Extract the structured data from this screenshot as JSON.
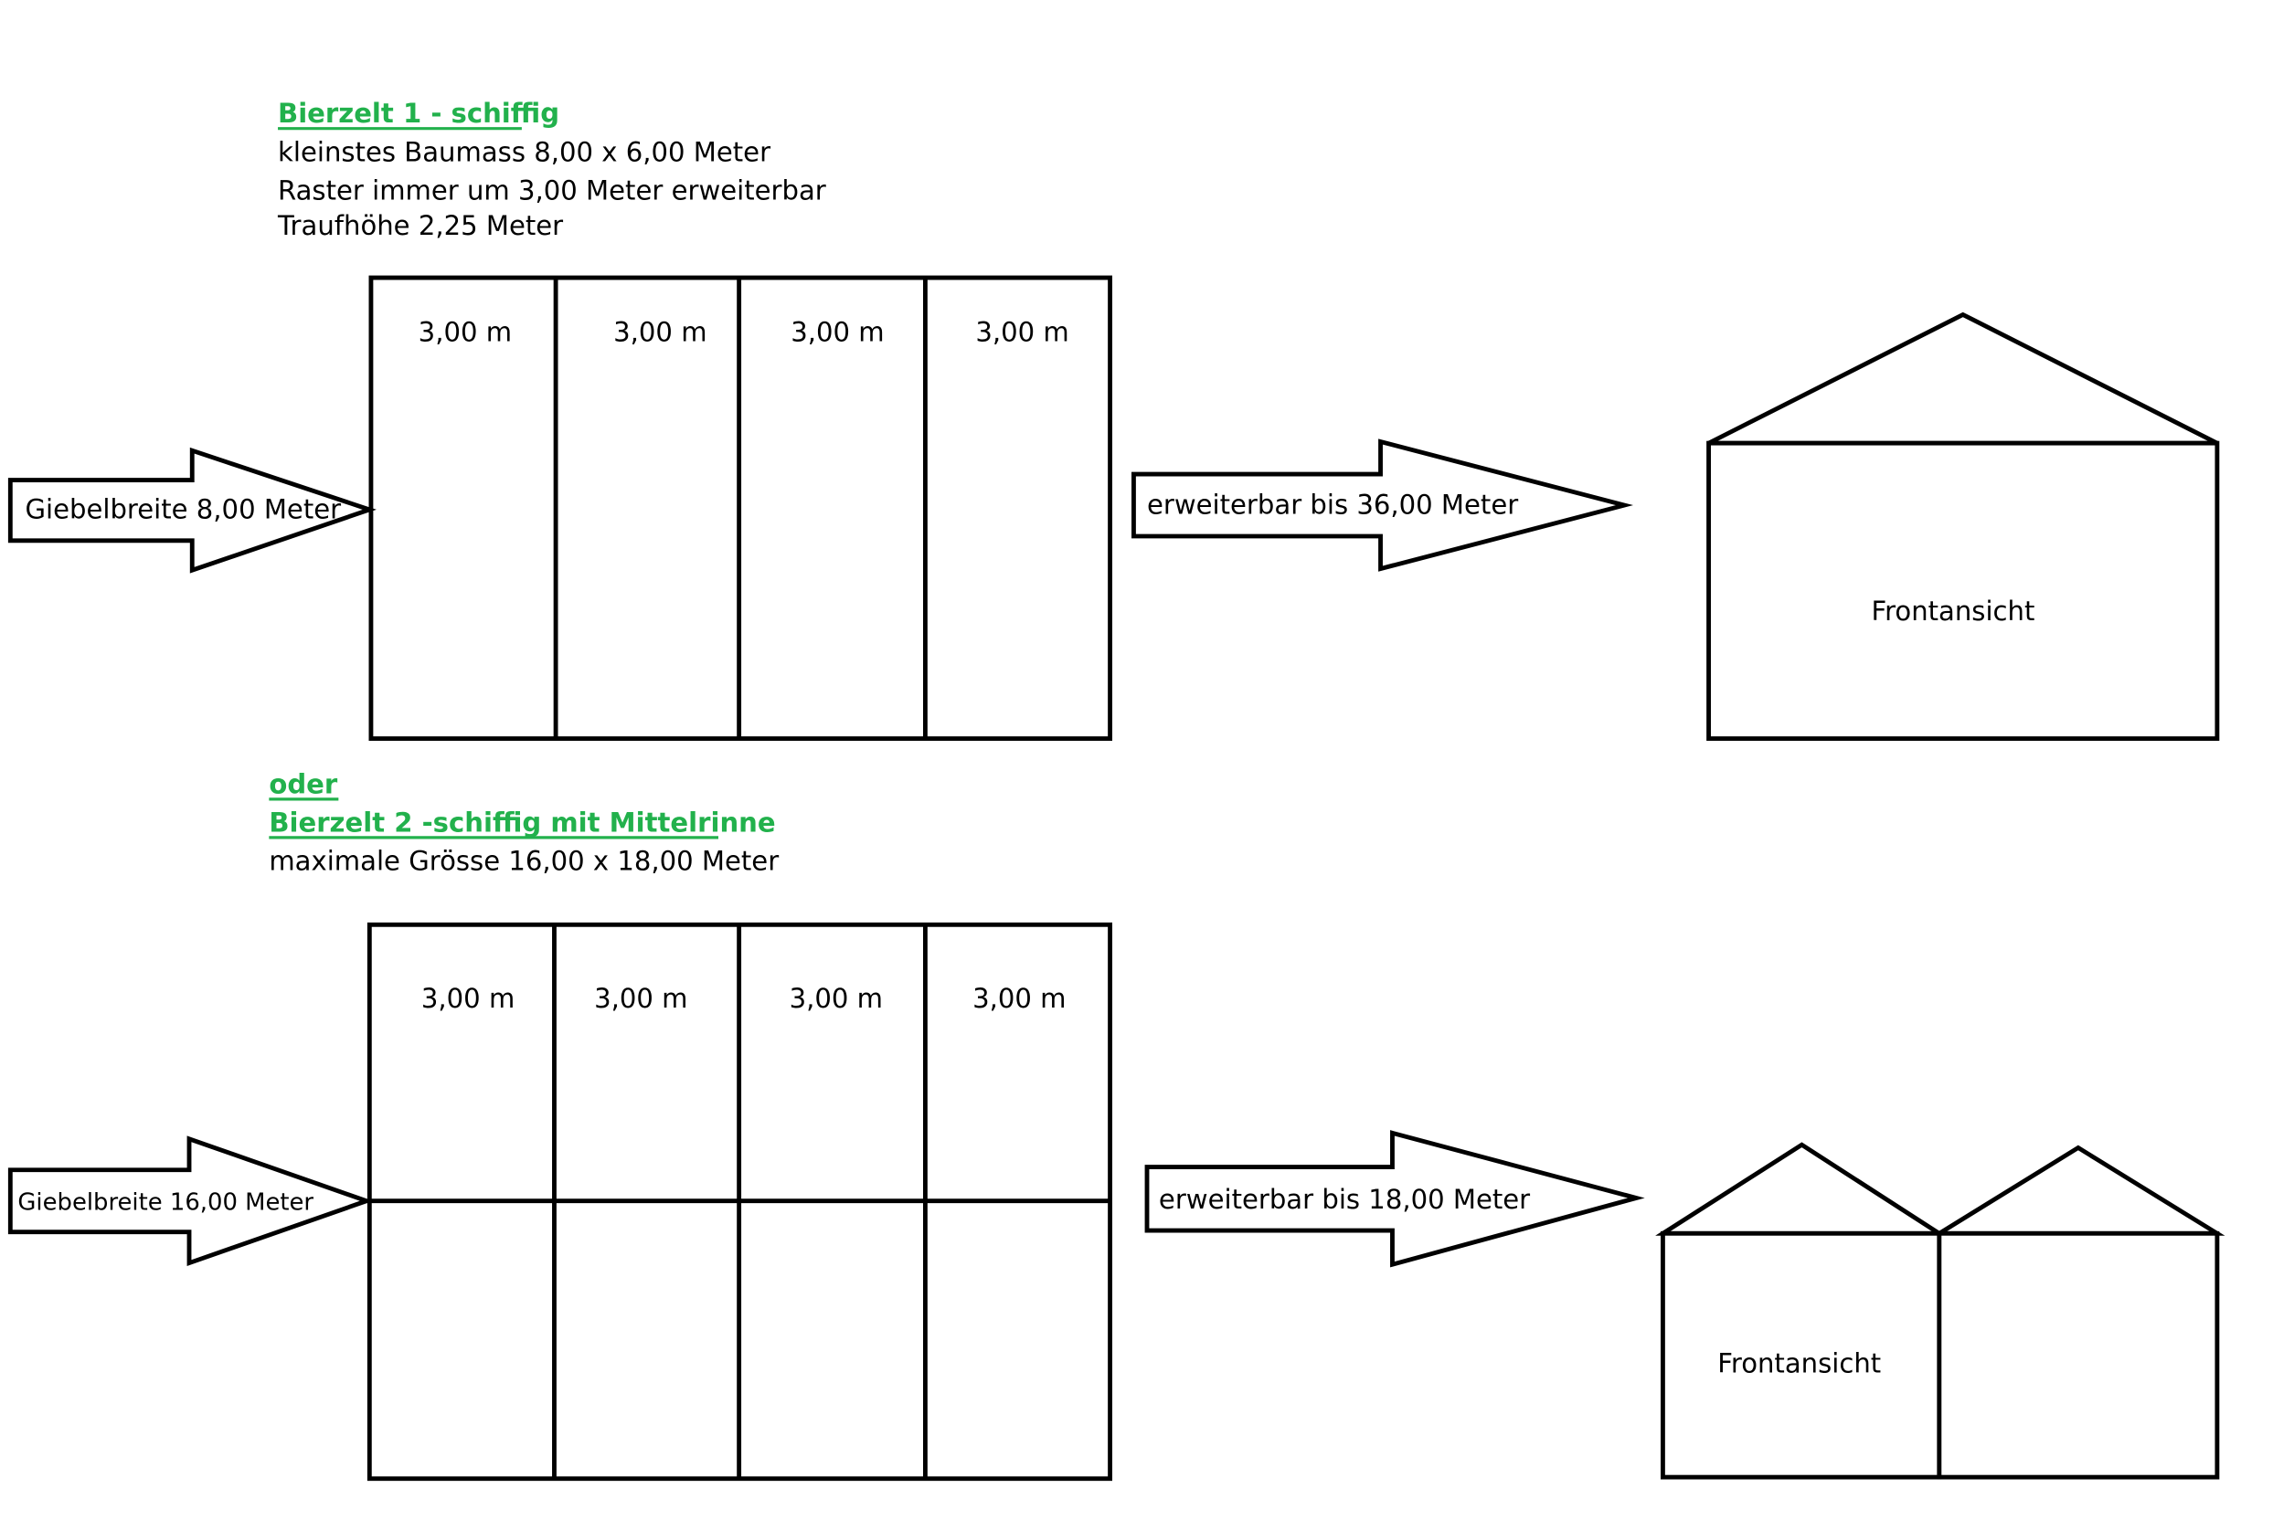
{
  "section1": {
    "title": "Bierzelt 1 - schiffig",
    "lines": [
      "kleinstes Baumass 8,00 x 6,00 Meter",
      "Raster immer um 3,00 Meter erweiterbar",
      "Traufhöhe 2,25 Meter"
    ],
    "bays": [
      "3,00 m",
      "3,00 m",
      "3,00 m",
      "3,00 m"
    ],
    "gable_arrow": "Giebelbreite 8,00 Meter",
    "extend_arrow": "erweiterbar bis 36,00 Meter",
    "front_label": "Frontansicht"
  },
  "section2": {
    "or_label": "oder",
    "title": "Bierzelt 2 -schiffig mit Mittelrinne",
    "lines": [
      "maximale Grösse 16,00 x 18,00 Meter"
    ],
    "bays": [
      "3,00 m",
      "3,00 m",
      "3,00 m",
      "3,00 m"
    ],
    "gable_arrow": "Giebelbreite 16,00 Meter",
    "extend_arrow": "erweiterbar bis 18,00 Meter",
    "front_label": "Frontansicht"
  },
  "colors": {
    "heading": "#22b14c"
  }
}
